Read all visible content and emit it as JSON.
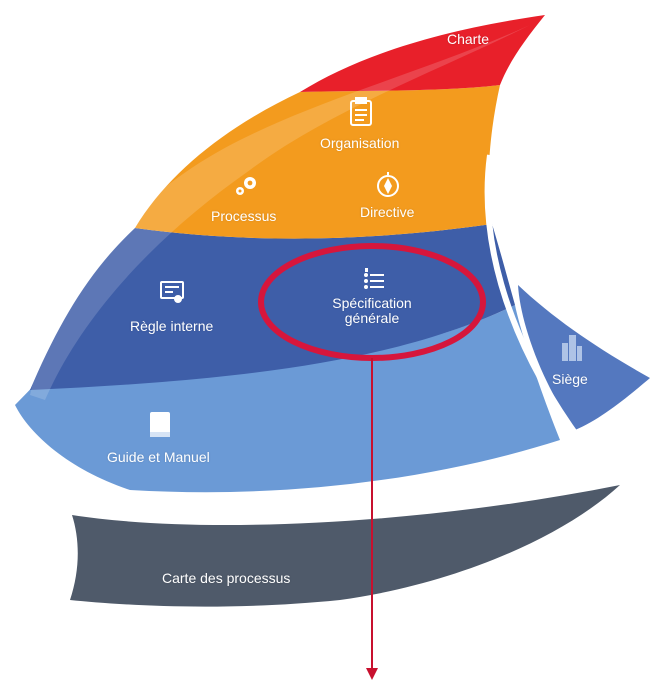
{
  "layers": {
    "charte": {
      "label": "Charte",
      "color": "#e8202a"
    },
    "organisation": {
      "label": "Organisation",
      "icon": "clipboard-icon",
      "color": "#f39b1e"
    },
    "processus": {
      "label": "Processus",
      "icon": "gears-icon",
      "color": "#f39b1e"
    },
    "directive": {
      "label": "Directive",
      "icon": "compass-icon",
      "color": "#f39b1e"
    },
    "regle_interne": {
      "label": "Règle interne",
      "icon": "certificate-icon",
      "color": "#3e5ea8"
    },
    "specification_generale": {
      "label": "Spécification générale",
      "icon": "list-icon",
      "color": "#3e5ea8",
      "highlighted": true,
      "highlight_color": "#d6163c"
    },
    "guide_manuel": {
      "label": "Guide et Manuel",
      "icon": "book-icon",
      "color": "#6b9ad6"
    },
    "siege": {
      "label": "Siège",
      "icon": "building-icon",
      "color": "#5478bf"
    },
    "carte_processus": {
      "label": "Carte des processus",
      "color": "#4f5a6a"
    }
  },
  "pointer_arrow": {
    "icon": "arrow-down-icon",
    "color": "#c8102e"
  }
}
